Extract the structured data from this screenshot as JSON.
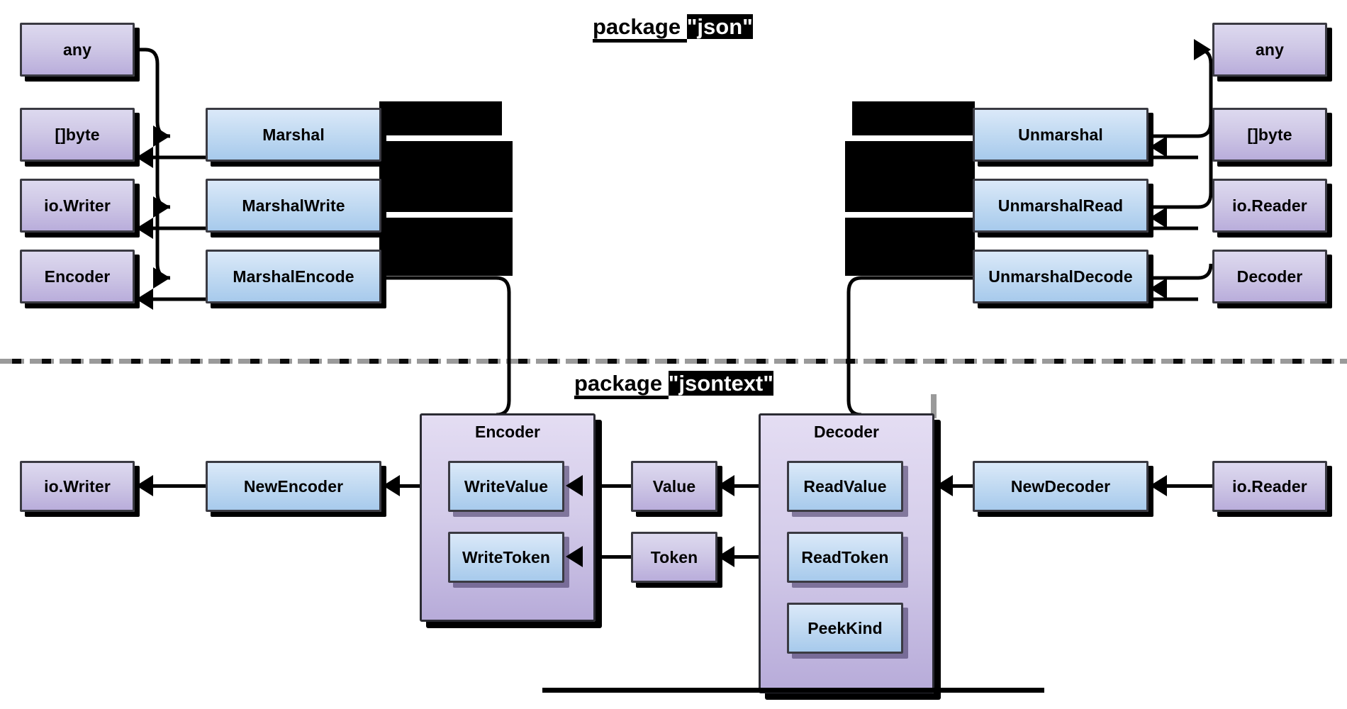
{
  "diagram": {
    "kind": "package-api-flow-diagram",
    "titles": {
      "top": {
        "prefix": "package ",
        "quoted": "\"json\""
      },
      "bottom": {
        "prefix": "package ",
        "quoted": "\"jsontext\""
      }
    },
    "json_package": {
      "marshal_side": {
        "inputs": [
          {
            "label": "any"
          }
        ],
        "outputs": [
          {
            "label": "[]byte"
          },
          {
            "label": "io.Writer"
          },
          {
            "label": "Encoder"
          }
        ],
        "functions": [
          {
            "label": "Marshal"
          },
          {
            "label": "MarshalWrite"
          },
          {
            "label": "MarshalEncode"
          }
        ]
      },
      "unmarshal_side": {
        "outputs": [
          {
            "label": "any"
          }
        ],
        "inputs": [
          {
            "label": "[]byte"
          },
          {
            "label": "io.Reader"
          },
          {
            "label": "Decoder"
          }
        ],
        "functions": [
          {
            "label": "Unmarshal"
          },
          {
            "label": "UnmarshalRead"
          },
          {
            "label": "UnmarshalDecode"
          }
        ]
      }
    },
    "jsontext_package": {
      "encoder_group": {
        "title": "Encoder",
        "methods": [
          {
            "label": "WriteValue"
          },
          {
            "label": "WriteToken"
          }
        ]
      },
      "decoder_group": {
        "title": "Decoder",
        "methods": [
          {
            "label": "ReadValue"
          },
          {
            "label": "ReadToken"
          },
          {
            "label": "PeekKind"
          }
        ]
      },
      "middle_types": [
        {
          "label": "Value"
        },
        {
          "label": "Token"
        }
      ],
      "constructors": [
        {
          "label": "NewEncoder"
        },
        {
          "label": "NewDecoder"
        }
      ],
      "io_types": [
        {
          "label": "io.Writer"
        },
        {
          "label": "io.Reader"
        }
      ]
    },
    "colors": {
      "type_box_top": "#ddd9ef",
      "type_box_bottom": "#b9addb",
      "func_box_top": "#dbe9f9",
      "func_box_bottom": "#a7caec",
      "group_panel_top": "#e4ddf3",
      "group_panel_bottom": "#b7abd9",
      "border": "#3a3a42",
      "edge": "#000000",
      "divider_gray": "#9a9a9a",
      "background": "#ffffff"
    }
  }
}
